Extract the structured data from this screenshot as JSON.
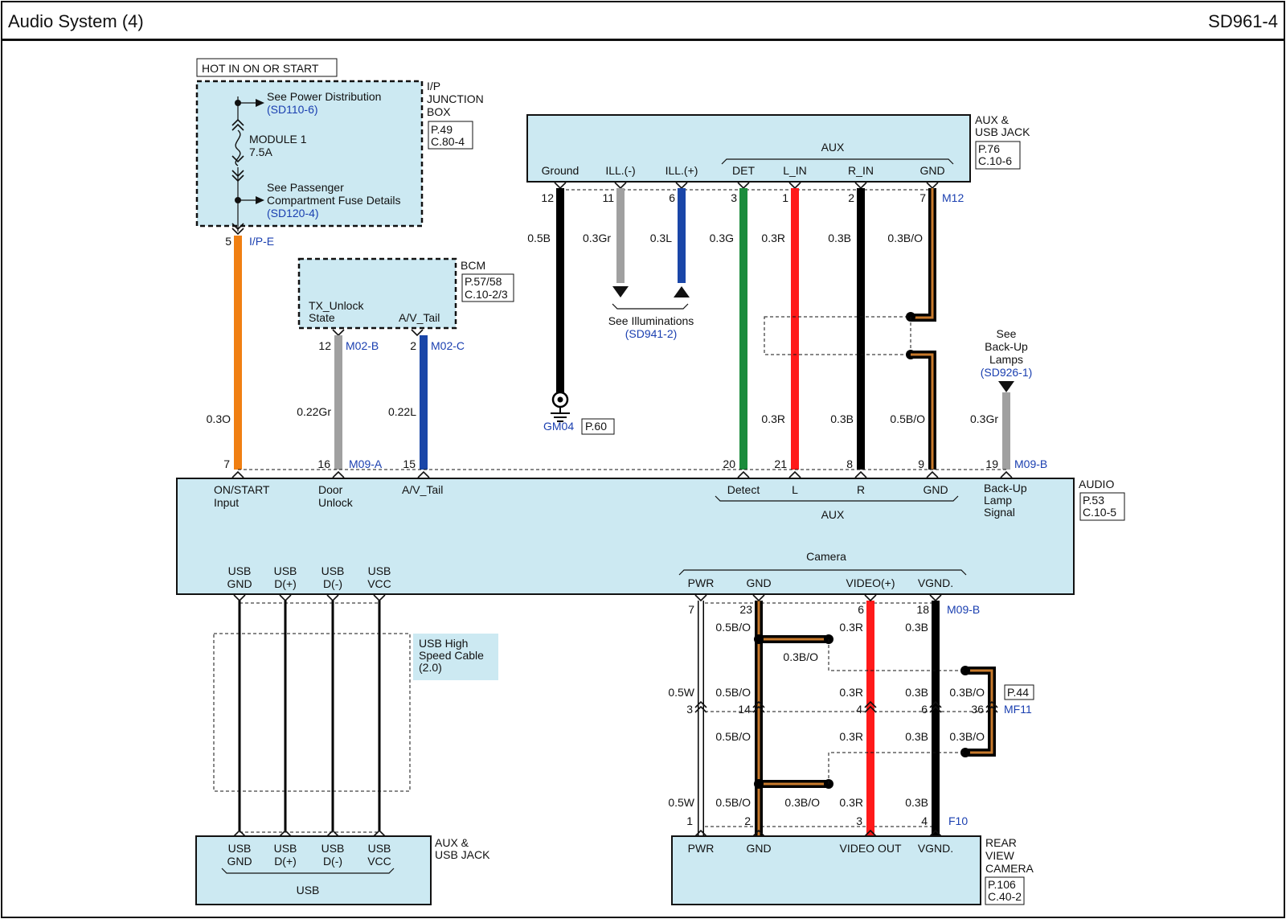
{
  "header": {
    "title": "Audio System (4)",
    "code": "SD961-4"
  },
  "ipjb": {
    "hot": "HOT IN ON OR START",
    "name1": "I/P",
    "name2": "JUNCTION",
    "name3": "BOX",
    "ref1": "P.49",
    "ref2": "C.80-4",
    "pd1": "See Power Distribution",
    "pd2": "(SD110-6)",
    "fuse1": "MODULE 1",
    "fuse2": "7.5A",
    "pcf1": "See Passenger",
    "pcf2": "Compartment Fuse Details",
    "pcf3": "(SD120-4)",
    "pin": "5",
    "conn": "I/P-E"
  },
  "bcm": {
    "name": "BCM",
    "ref1": "P.57/58",
    "ref2": "C.10-2/3",
    "tx1": "TX_Unlock",
    "tx2": "State",
    "av": "A/V_Tail",
    "pin_a": "12",
    "conn_a": "M02-B",
    "pin_b": "2",
    "conn_b": "M02-C"
  },
  "auxjack_top": {
    "name1": "AUX &",
    "name2": "USB JACK",
    "ref1": "P.76",
    "ref2": "C.10-6",
    "group": "AUX",
    "conn": "M12",
    "terms": [
      "Ground",
      "ILL.(-)",
      "ILL.(+)",
      "DET",
      "L_IN",
      "R_IN",
      "GND"
    ],
    "pins": [
      "12",
      "11",
      "6",
      "3",
      "1",
      "2",
      "7"
    ]
  },
  "wires_top": [
    "0.5B",
    "0.3Gr",
    "0.3L",
    "0.3G",
    "0.3R",
    "0.3B",
    "0.3B/O"
  ],
  "illum": {
    "t1": "See Illuminations",
    "t2": "(SD941-2)"
  },
  "ground": {
    "name": "GM04",
    "ref": "P.60"
  },
  "backup": {
    "t1": "See",
    "t2": "Back-Up",
    "t3": "Lamps",
    "t4": "(SD926-1)",
    "wire": "0.3Gr"
  },
  "mid_wires": {
    "orange": "0.3O",
    "gray": "0.22Gr",
    "blue": "0.22L",
    "red": "0.3R",
    "black": "0.3B",
    "bo": "0.5B/O"
  },
  "audio": {
    "name": "AUDIO",
    "ref1": "P.53",
    "ref2": "C.10-5",
    "conn_a": "M09-A",
    "conn_b": "M09-B",
    "pins": [
      "7",
      "16",
      "15",
      "20",
      "21",
      "8",
      "9",
      "19"
    ],
    "t_on1": "ON/START",
    "t_on2": "Input",
    "t_door1": "Door",
    "t_door2": "Unlock",
    "t_av": "A/V_Tail",
    "t_det": "Detect",
    "t_l": "L",
    "t_r": "R",
    "t_gnd": "GND",
    "t_bu1": "Back-Up",
    "t_bu2": "Lamp",
    "t_bu3": "Signal",
    "aux": "AUX",
    "camera": "Camera",
    "cam_terms": [
      "PWR",
      "GND",
      "VIDEO(+)",
      "VGND."
    ],
    "usb_terms": [
      [
        "USB",
        "GND"
      ],
      [
        "USB",
        "D(+)"
      ],
      [
        "USB",
        "D(-)"
      ],
      [
        "USB",
        "VCC"
      ]
    ]
  },
  "usb_cable": {
    "l1": "USB High",
    "l2": "Speed Cable",
    "l3": "(2.0)"
  },
  "auxjack_bottom": {
    "name1": "AUX &",
    "name2": "USB JACK",
    "group": "USB",
    "terms": [
      [
        "USB",
        "GND"
      ],
      [
        "USB",
        "D(+)"
      ],
      [
        "USB",
        "D(-)"
      ],
      [
        "USB",
        "VCC"
      ]
    ]
  },
  "camera_wires": {
    "pins_top": [
      "7",
      "23",
      "6",
      "18"
    ],
    "conn_top": "M09-B",
    "pins_mid": [
      "3",
      "14",
      "4",
      "6",
      "36"
    ],
    "conn_mid": "MF11",
    "ref_mid": "P.44",
    "pins_bot": [
      "1",
      "2",
      "3",
      "4"
    ],
    "conn_bot": "F10",
    "w_white": "0.5W",
    "w_bo": "0.5B/O",
    "w_r": "0.3R",
    "w_b": "0.3B",
    "w_bo3": "0.3B/O"
  },
  "rvc": {
    "name1": "REAR",
    "name2": "VIEW",
    "name3": "CAMERA",
    "ref1": "P.106",
    "ref2": "C.40-2",
    "terms": [
      "PWR",
      "GND",
      "VIDEO OUT",
      "VGND."
    ]
  },
  "colors": {
    "orange": "#f07f12",
    "gray": "#a0a0a0",
    "blue": "#1a46a8",
    "green": "#1b8c3c",
    "red": "#ff1a1a",
    "black": "#000000",
    "brown": "#c87a2c",
    "fill": "#cce9f2"
  }
}
